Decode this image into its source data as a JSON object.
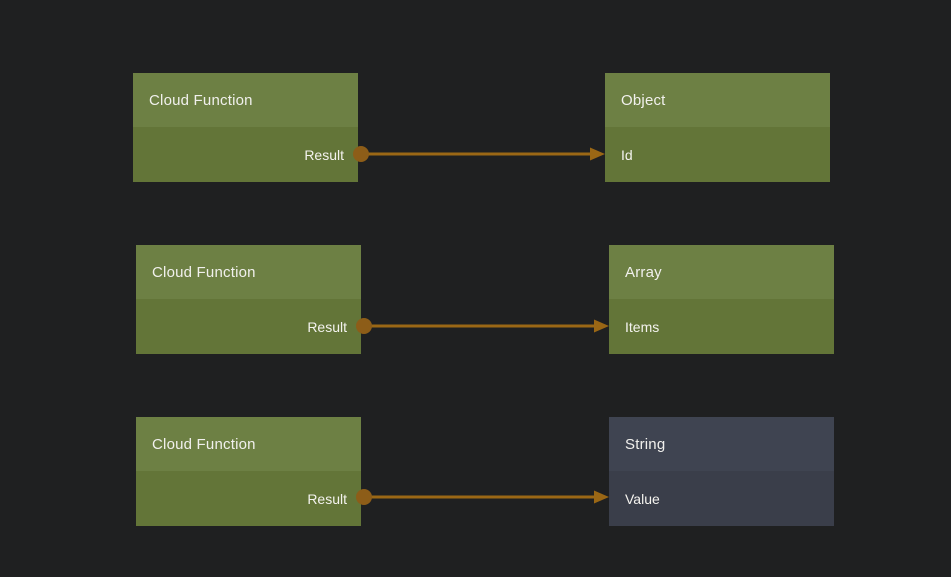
{
  "canvas": {
    "background_color": "#1f2021"
  },
  "colors": {
    "green_node_header": "#6d8044",
    "green_node_body": "#637538",
    "slate_node_header": "#3f4451",
    "slate_node_body": "#3a3e4a",
    "connection": "#9a6715",
    "port_dot": "#8d5d18",
    "label_text": "#f1f0ed"
  },
  "rows": [
    {
      "source": {
        "title": "Cloud Function",
        "output_port": "Result"
      },
      "target": {
        "title": "Object",
        "input_port": "Id",
        "variant": "green"
      }
    },
    {
      "source": {
        "title": "Cloud Function",
        "output_port": "Result"
      },
      "target": {
        "title": "Array",
        "input_port": "Items",
        "variant": "green"
      }
    },
    {
      "source": {
        "title": "Cloud Function",
        "output_port": "Result"
      },
      "target": {
        "title": "String",
        "input_port": "Value",
        "variant": "slate"
      }
    }
  ],
  "connections": [
    {
      "from": "Cloud Function.Result",
      "to": "Object.Id"
    },
    {
      "from": "Cloud Function.Result",
      "to": "Array.Items"
    },
    {
      "from": "Cloud Function.Result",
      "to": "String.Value"
    }
  ]
}
